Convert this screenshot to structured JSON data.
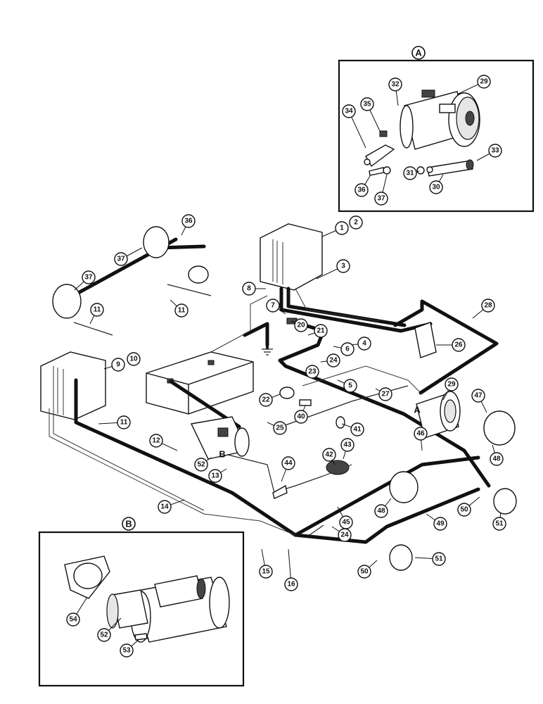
{
  "insets": [
    {
      "id": "A",
      "label": "A"
    },
    {
      "id": "B",
      "label": "B"
    }
  ],
  "diagram_labels": {
    "A": "A",
    "B": "B"
  },
  "callouts": [
    {
      "id": "c29a",
      "text": "29"
    },
    {
      "id": "c32",
      "text": "32"
    },
    {
      "id": "c35",
      "text": "35"
    },
    {
      "id": "c34",
      "text": "34"
    },
    {
      "id": "c33",
      "text": "33"
    },
    {
      "id": "c31",
      "text": "31"
    },
    {
      "id": "c30",
      "text": "30"
    },
    {
      "id": "c36a",
      "text": "36"
    },
    {
      "id": "c37a",
      "text": "37"
    },
    {
      "id": "c1",
      "text": "1"
    },
    {
      "id": "c2",
      "text": "2"
    },
    {
      "id": "c3",
      "text": "3"
    },
    {
      "id": "c36b",
      "text": "36"
    },
    {
      "id": "c37b",
      "text": "37"
    },
    {
      "id": "c37c",
      "text": "37"
    },
    {
      "id": "c11a",
      "text": "11"
    },
    {
      "id": "c11b",
      "text": "11"
    },
    {
      "id": "c8",
      "text": "8"
    },
    {
      "id": "c7",
      "text": "7"
    },
    {
      "id": "c20",
      "text": "20"
    },
    {
      "id": "c21",
      "text": "21"
    },
    {
      "id": "c28",
      "text": "28"
    },
    {
      "id": "c4",
      "text": "4"
    },
    {
      "id": "c6",
      "text": "6"
    },
    {
      "id": "c26",
      "text": "26"
    },
    {
      "id": "c24a",
      "text": "24"
    },
    {
      "id": "c23",
      "text": "23"
    },
    {
      "id": "c9",
      "text": "9"
    },
    {
      "id": "c10",
      "text": "10"
    },
    {
      "id": "c5",
      "text": "5"
    },
    {
      "id": "c27",
      "text": "27"
    },
    {
      "id": "c29b",
      "text": "29"
    },
    {
      "id": "c22",
      "text": "22"
    },
    {
      "id": "c40",
      "text": "40"
    },
    {
      "id": "c41",
      "text": "41"
    },
    {
      "id": "c47",
      "text": "47"
    },
    {
      "id": "c25",
      "text": "25"
    },
    {
      "id": "c11c",
      "text": "11"
    },
    {
      "id": "c12",
      "text": "12"
    },
    {
      "id": "c46",
      "text": "46"
    },
    {
      "id": "c48a",
      "text": "48"
    },
    {
      "id": "c52a",
      "text": "52"
    },
    {
      "id": "c13",
      "text": "13"
    },
    {
      "id": "c44",
      "text": "44"
    },
    {
      "id": "c42",
      "text": "42"
    },
    {
      "id": "c43",
      "text": "43"
    },
    {
      "id": "c48b",
      "text": "48"
    },
    {
      "id": "c50a",
      "text": "50"
    },
    {
      "id": "c51a",
      "text": "51"
    },
    {
      "id": "c14",
      "text": "14"
    },
    {
      "id": "c45",
      "text": "45"
    },
    {
      "id": "c49",
      "text": "49"
    },
    {
      "id": "c24b",
      "text": "24"
    },
    {
      "id": "c15",
      "text": "15"
    },
    {
      "id": "c16",
      "text": "16"
    },
    {
      "id": "c50b",
      "text": "50"
    },
    {
      "id": "c51b",
      "text": "51"
    },
    {
      "id": "c54",
      "text": "54"
    },
    {
      "id": "c52b",
      "text": "52"
    },
    {
      "id": "c53",
      "text": "53"
    }
  ]
}
